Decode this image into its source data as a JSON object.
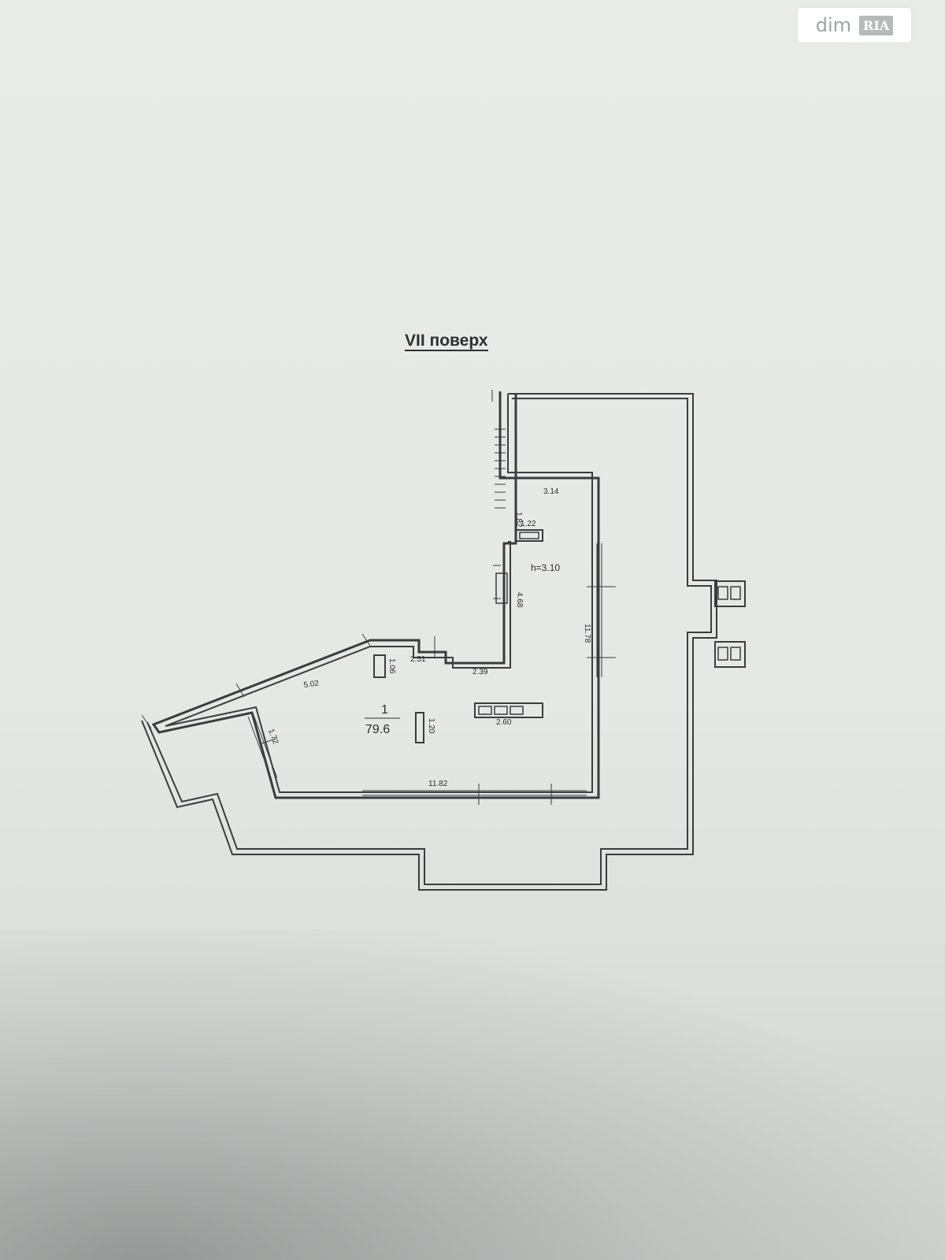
{
  "watermark": {
    "brand": "dim",
    "badge": "RIA"
  },
  "plan": {
    "title": "VII поверх",
    "room_number": "1",
    "room_area": "79.6",
    "ceiling_height": "h=3.10",
    "dimensions": {
      "d_3_14": "3.14",
      "d_1_82": "1.82",
      "d_1_22": "1.22",
      "d_4_68": "4.68",
      "d_11_78": "11.78",
      "d_2_51": "2.51",
      "d_1_06": "1.06",
      "d_2_39": "2.39",
      "d_5_02": "5.02",
      "d_1_72": "1.72",
      "d_1_20": "1.20",
      "d_2_60": "2.60",
      "d_11_82": "11.82"
    }
  }
}
